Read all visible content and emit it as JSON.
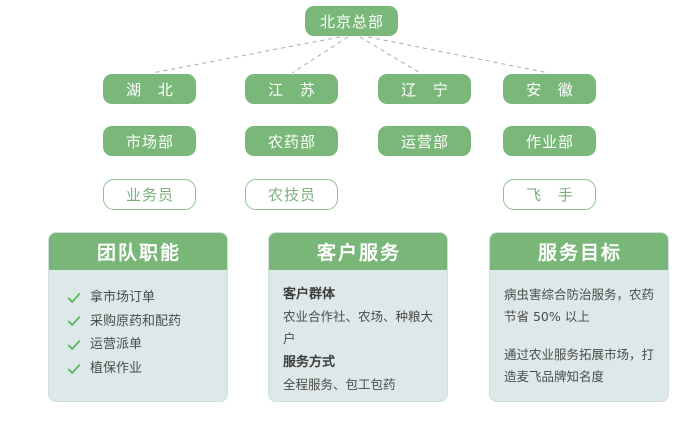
{
  "theme": {
    "green_fill": "#7ab87a",
    "green_header": "#79b779",
    "card_body_bg": "#dce9e8",
    "card_border": "#cfdedd",
    "outline_border": "#8cc48c",
    "outline_text": "#7ab07a",
    "check_green": "#5cb85c",
    "connector": "#aaaaaa",
    "body_text": "#4c4c4c"
  },
  "org": {
    "root": {
      "label": "北京总部"
    },
    "level2": [
      {
        "label": "湖 北"
      },
      {
        "label": "江 苏"
      },
      {
        "label": "辽 宁"
      },
      {
        "label": "安 徽"
      }
    ],
    "level3": [
      {
        "label": "市场部"
      },
      {
        "label": "农药部"
      },
      {
        "label": "运营部"
      },
      {
        "label": "作业部"
      }
    ],
    "level4": [
      {
        "label": "业务员"
      },
      {
        "label": "农技员"
      },
      {
        "label": ""
      },
      {
        "label": "飞 手"
      }
    ]
  },
  "cards": {
    "functions": {
      "title": "团队职能",
      "items": [
        {
          "label": "拿市场订单"
        },
        {
          "label": "采购原药和配药"
        },
        {
          "label": "运营派单"
        },
        {
          "label": "植保作业"
        }
      ]
    },
    "customer_service": {
      "title": "客户服务",
      "blocks": [
        {
          "heading": "客户群体",
          "text": "农业合作社、农场、种粮大户"
        },
        {
          "heading": "服务方式",
          "text": "全程服务、包工包药"
        }
      ]
    },
    "goals": {
      "title": "服务目标",
      "paragraphs": [
        {
          "text": "病虫害综合防治服务，农药节省 50% 以上"
        },
        {
          "text": "通过农业服务拓展市场，打造麦飞品牌知名度"
        }
      ]
    }
  },
  "icons": {
    "check": "check-icon"
  }
}
